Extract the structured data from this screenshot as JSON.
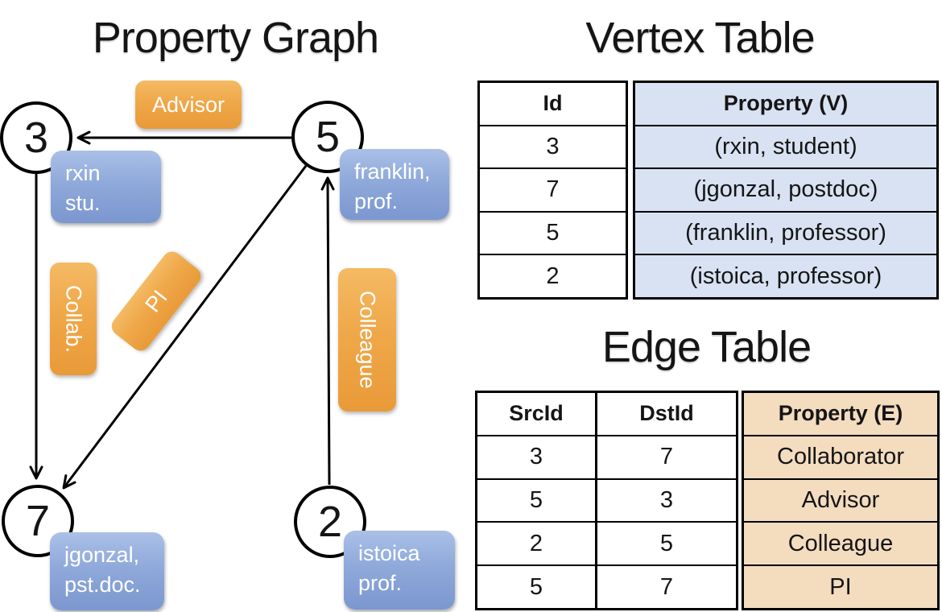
{
  "titles": {
    "graph": "Property Graph",
    "vertex_table": "Vertex Table",
    "edge_table": "Edge Table"
  },
  "graph": {
    "nodes": [
      {
        "id": "3",
        "line1": "rxin",
        "line2": "stu."
      },
      {
        "id": "5",
        "line1": "franklin,",
        "line2": "prof."
      },
      {
        "id": "7",
        "line1": "jgonzal,",
        "line2": "pst.doc."
      },
      {
        "id": "2",
        "line1": "istoica",
        "line2": "prof."
      }
    ],
    "edge_labels": [
      {
        "label": "Advisor"
      },
      {
        "label": "Collab."
      },
      {
        "label": "PI"
      },
      {
        "label": "Colleague"
      }
    ]
  },
  "vertex_table": {
    "headers": {
      "id": "Id",
      "property": "Property (V)"
    },
    "rows": [
      {
        "id": "3",
        "property": "(rxin, student)"
      },
      {
        "id": "7",
        "property": "(jgonzal, postdoc)"
      },
      {
        "id": "5",
        "property": "(franklin, professor)"
      },
      {
        "id": "2",
        "property": "(istoica, professor)"
      }
    ]
  },
  "edge_table": {
    "headers": {
      "src": "SrcId",
      "dst": "DstId",
      "property": "Property (E)"
    },
    "rows": [
      {
        "src": "3",
        "dst": "7",
        "property": "Collaborator"
      },
      {
        "src": "5",
        "dst": "3",
        "property": "Advisor"
      },
      {
        "src": "2",
        "dst": "5",
        "property": "Colleague"
      },
      {
        "src": "5",
        "dst": "7",
        "property": "PI"
      }
    ]
  },
  "colors": {
    "edge_label_orange": "#EFA849",
    "node_property_blue": "#8FA9DA",
    "vertex_cell_blue": "#D9E2F2",
    "edge_cell_tan": "#F4DCBF",
    "line_black": "#000000"
  }
}
